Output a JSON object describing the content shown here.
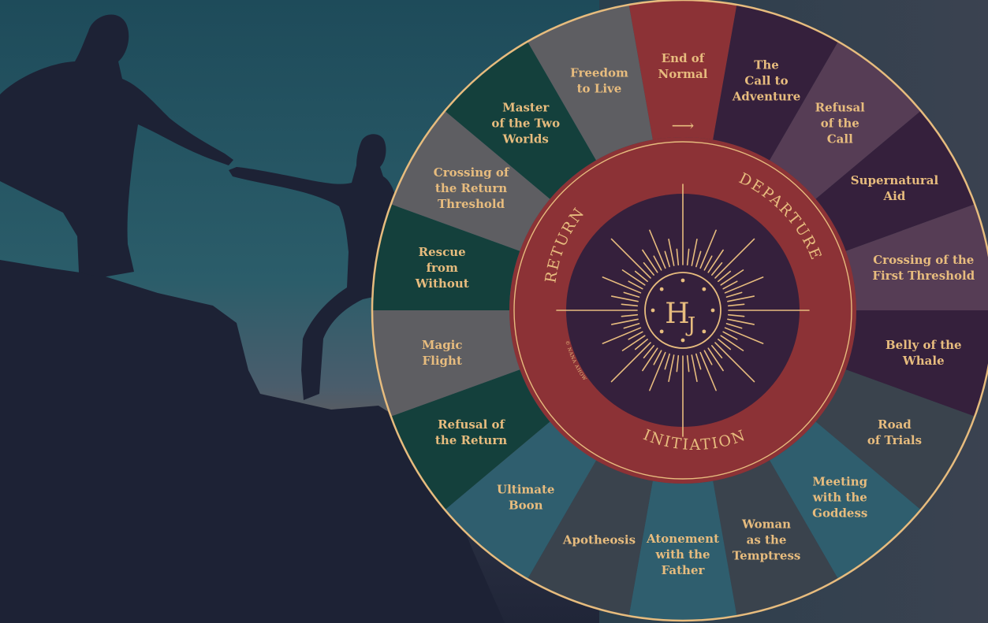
{
  "colors": {
    "gold": "#e7bc7e",
    "ring": "#8c3236",
    "center": "#35203c",
    "outer_bg": "#3a414c",
    "sky_top": "#1d4a59",
    "silhouette": "#1d2235"
  },
  "wheel": {
    "stages": [
      {
        "label": "End of Normal",
        "lines": [
          "End of",
          "Normal"
        ],
        "color": "#8c3236"
      },
      {
        "label": "The Call to Adventure",
        "lines": [
          "The",
          "Call to",
          "Adventure"
        ],
        "color": "#35203c"
      },
      {
        "label": "Refusal of the Call",
        "lines": [
          "Refusal",
          "of the",
          "Call"
        ],
        "color": "#563d55"
      },
      {
        "label": "Supernatural Aid",
        "lines": [
          "Supernatural",
          "Aid"
        ],
        "color": "#35203c"
      },
      {
        "label": "Crossing of the First Threshold",
        "lines": [
          "Crossing of the",
          "First Threshold"
        ],
        "color": "#563d55"
      },
      {
        "label": "Belly of the Whale",
        "lines": [
          "Belly of the",
          "Whale"
        ],
        "color": "#35203c"
      },
      {
        "label": "Road of Trials",
        "lines": [
          "Road",
          "of Trials"
        ],
        "color": "#3a434d"
      },
      {
        "label": "Meeting with the Goddess",
        "lines": [
          "Meeting",
          "with the",
          "Goddess"
        ],
        "color": "#2f5e6e"
      },
      {
        "label": "Woman as the Temptress",
        "lines": [
          "Woman",
          "as the",
          "Temptress"
        ],
        "color": "#3a434d"
      },
      {
        "label": "Atonement with the Father",
        "lines": [
          "Atonement",
          "with the",
          "Father"
        ],
        "color": "#2f5e6e"
      },
      {
        "label": "Apotheosis",
        "lines": [
          "Apotheosis"
        ],
        "color": "#3a434d"
      },
      {
        "label": "Ultimate Boon",
        "lines": [
          "Ultimate",
          "Boon"
        ],
        "color": "#2f5e6e"
      },
      {
        "label": "Refusal of the Return",
        "lines": [
          "Refusal of",
          "the Return"
        ],
        "color": "#14403c"
      },
      {
        "label": "Magic Flight",
        "lines": [
          "Magic",
          "Flight"
        ],
        "color": "#5e5e62"
      },
      {
        "label": "Rescue from Without",
        "lines": [
          "Rescue",
          "from",
          "Without"
        ],
        "color": "#14403c"
      },
      {
        "label": "Crossing of the Return Threshold",
        "lines": [
          "Crossing of",
          "the Return",
          "Threshold"
        ],
        "color": "#5e5e62"
      },
      {
        "label": "Master of the Two Worlds",
        "lines": [
          "Master",
          "of the Two",
          "Worlds"
        ],
        "color": "#14403c"
      },
      {
        "label": "Freedom to Live",
        "lines": [
          "Freedom",
          "to Live"
        ],
        "color": "#5e5e62"
      }
    ],
    "phases": {
      "departure": "DEPARTURE",
      "initiation": "INITIATION",
      "return": "RETURN"
    },
    "arrow": "⟶",
    "monogram": {
      "h": "H",
      "j": "J"
    },
    "copyright": "© NANA AHOW"
  }
}
